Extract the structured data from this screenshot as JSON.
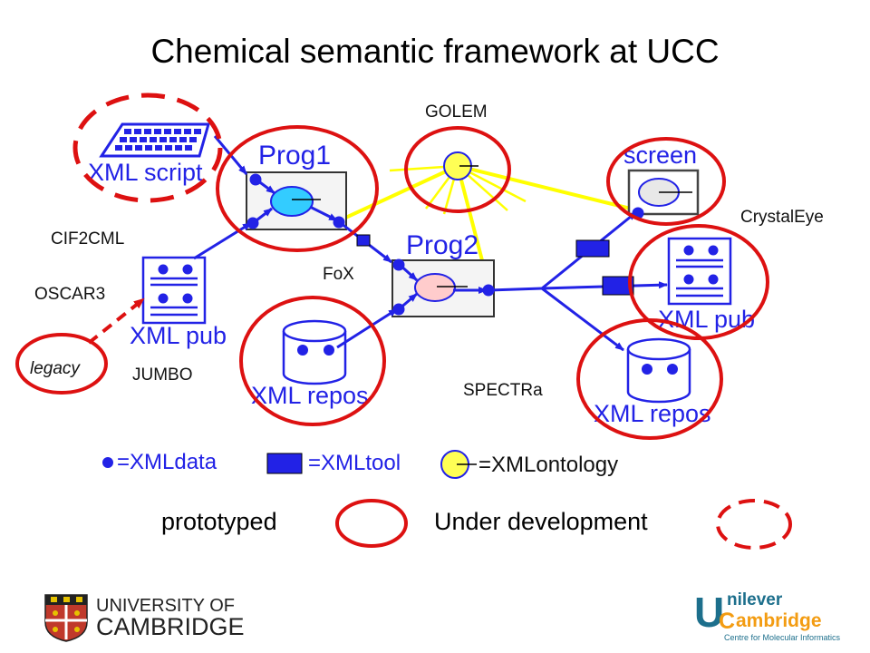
{
  "slide": {
    "title": "Chemical semantic framework at UCC"
  },
  "labels": {
    "golem": "GOLEM",
    "crystaleye": "CrystalEye",
    "cif2cml": "CIF2CML",
    "oscar3": "OSCAR3",
    "fox": "FoX",
    "legacy": "legacy",
    "jumbo": "JUMBO",
    "spectra": "SPECTRa"
  },
  "boxes": {
    "xml_script": "XML script",
    "prog1": "Prog1",
    "prog2": "Prog2",
    "screen": "screen",
    "xml_pub_left": "XML pub",
    "xml_pub_right": "XML pub",
    "xml_repos_left": "XML repos",
    "xml_repos_right": "XML repos"
  },
  "symbol_legend": {
    "xmldata": "=XMLdata",
    "xmltool": "=XMLtool",
    "xmlontology": "=XMLontology"
  },
  "status_legend": {
    "prototyped": "prototyped",
    "under_development": "Under development"
  },
  "logos": {
    "cambridge_line1": "UNIVERSITY OF",
    "cambridge_line2": "CAMBRIDGE",
    "unilever_u": "U",
    "unilever_word": "nilever",
    "unilever_c": "C",
    "unilever_word2": "ambridge",
    "unilever_sub": "Centre for Molecular Informatics"
  },
  "colors": {
    "blue": "#2222e6",
    "red": "#dd1111",
    "yellow": "#ffff55",
    "yellow_line": "#ffff00",
    "cyan": "#33ccff",
    "pink": "#ffcccc",
    "orange": "#f39c12",
    "teal": "#1d6f8c"
  }
}
